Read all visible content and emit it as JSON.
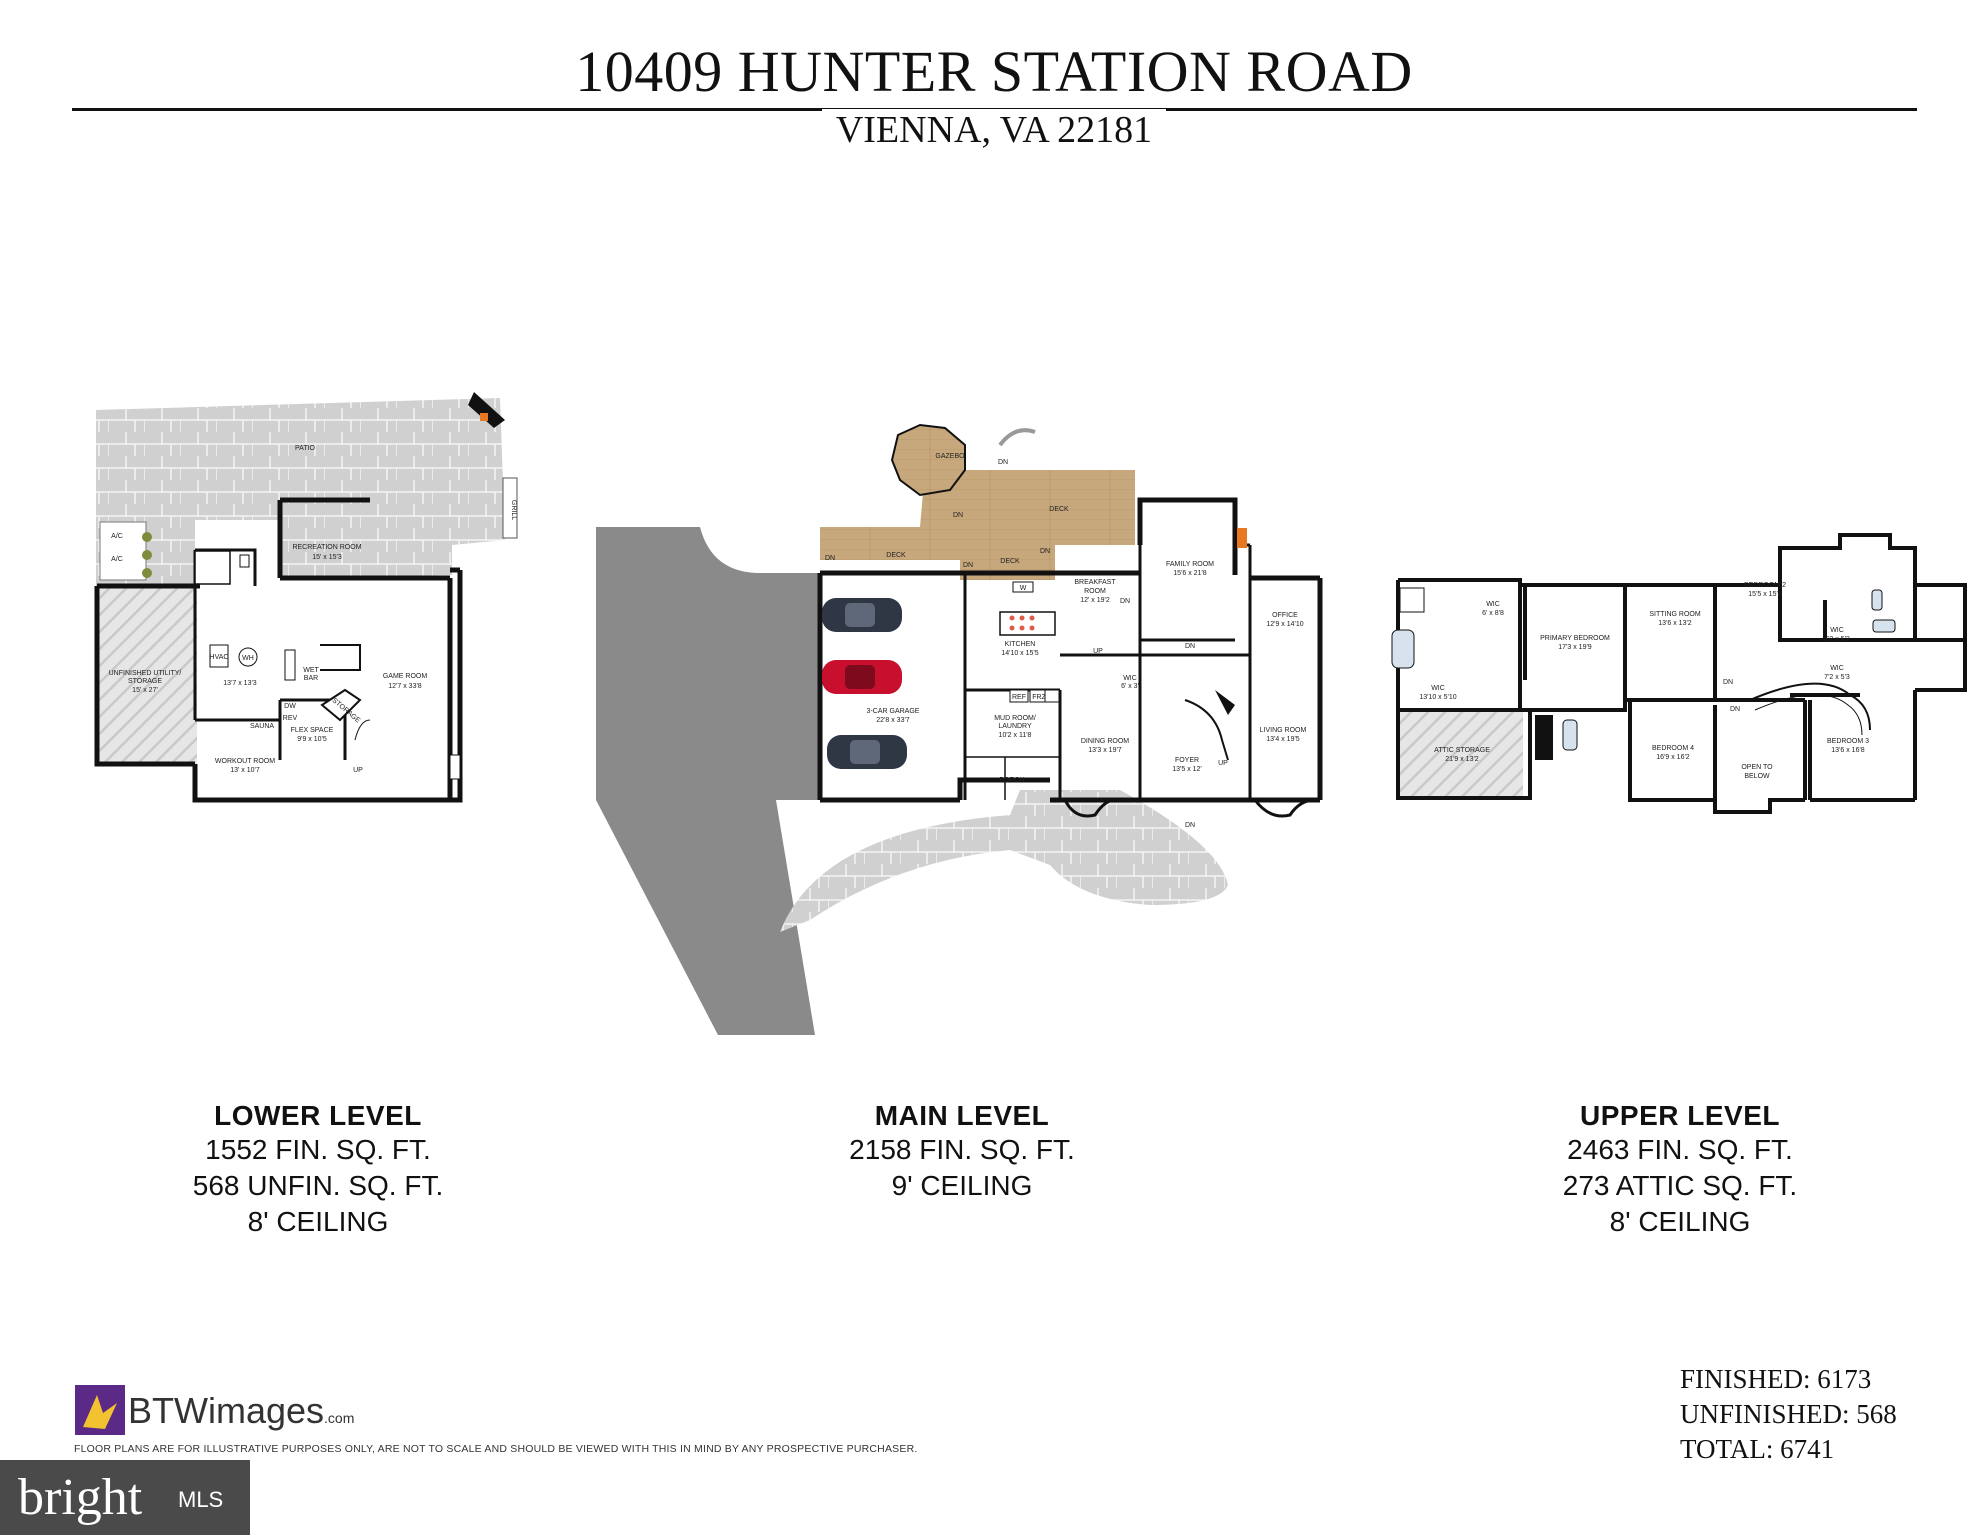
{
  "header": {
    "title": "10409 HUNTER STATION ROAD",
    "subtitle": "VIENNA, VA 22181"
  },
  "plan_labels": {
    "lower": {
      "patio": "PATIO",
      "grill": "GRILL",
      "ac1": "A/C",
      "ac2": "A/C",
      "rec_room": "RECREATION ROOM",
      "rec_room_dim": "15' x 15'3",
      "unfinished": "UNFINISHED UTILITY/",
      "unfinished2": "STORAGE",
      "unfinished_dim": "15' x 27'",
      "hvac": "HVAC",
      "wh": "WH",
      "utility_dim": "13'7 x 13'3",
      "wet_bar": "WET",
      "wet_bar2": "BAR",
      "game_room": "GAME ROOM",
      "game_room_dim": "12'7 x 33'8",
      "storage": "STORAGE",
      "sauna": "SAUNA",
      "flex": "FLEX SPACE",
      "flex_dim": "9'9 x 10'5",
      "workout": "WORKOUT ROOM",
      "workout_dim": "13' x 10'7",
      "up": "UP",
      "dw": "DW",
      "rev": "REV"
    },
    "main": {
      "gazebo": "GAZEBO",
      "deck1": "DECK",
      "deck2": "DECK",
      "deck3": "DECK",
      "dn1": "DN",
      "dn2": "DN",
      "dn3": "DN",
      "dn4": "DN",
      "dn5": "DN",
      "dn6": "DN",
      "dn7": "DN",
      "dn8": "DN",
      "breakfast": "BREAKFAST",
      "breakfast2": "ROOM",
      "breakfast_dim": "12' x 19'2",
      "family": "FAMILY ROOM",
      "family_dim": "15'6 x 21'8",
      "office": "OFFICE",
      "office_dim": "12'9 x 14'10",
      "kitchen": "KITCHEN",
      "kitchen_dim": "14'10 x 15'5",
      "garage": "3-CAR GARAGE",
      "garage_dim": "22'8 x 33'7",
      "mudroom": "MUD ROOM/",
      "mudroom2": "LAUNDRY",
      "mudroom_dim": "10'2 x 11'8",
      "wic": "WIC",
      "wic_dim": "6' x 3'",
      "dining": "DINING ROOM",
      "dining_dim": "13'3 x 19'7",
      "foyer": "FOYER",
      "foyer_dim": "13'5 x 12'",
      "living": "LIVING ROOM",
      "living_dim": "13'4 x 19'5",
      "porch": "PORCH",
      "up1": "UP",
      "up2": "UP",
      "ref": "REF",
      "frz": "FRZ",
      "w": "W"
    },
    "upper": {
      "wic1": "WIC",
      "wic1_dim": "6' x 8'8",
      "primary": "PRIMARY BEDROOM",
      "primary_dim": "17'3 x 19'9",
      "sitting": "SITTING ROOM",
      "sitting_dim": "13'6 x 13'2",
      "bed2": "BEDROOM 2",
      "bed2_dim": "15'5 x 15'6",
      "wic2": "WIC",
      "wic2_dim": "7'2 x 5'2",
      "wic3": "WIC",
      "wic3_dim": "7'2 x 5'3",
      "wic4": "WIC",
      "wic4_dim": "13'10 x 5'10",
      "attic": "ATTIC STORAGE",
      "attic_dim": "21'9 x 13'2",
      "bed4": "BEDROOM 4",
      "bed4_dim": "16'9 x 16'2",
      "open": "OPEN TO",
      "open2": "BELOW",
      "bed3": "BEDROOM 3",
      "bed3_dim": "13'6 x 16'8",
      "dn1": "DN",
      "dn2": "DN"
    }
  },
  "levels": [
    {
      "name": "LOWER LEVEL",
      "lines": [
        "1552 FIN. SQ. FT.",
        "568 UNFIN. SQ. FT.",
        "8' CEILING"
      ]
    },
    {
      "name": "MAIN LEVEL",
      "lines": [
        "2158 FIN. SQ. FT.",
        "9' CEILING"
      ]
    },
    {
      "name": "UPPER LEVEL",
      "lines": [
        "2463 FIN. SQ. FT.",
        "273 ATTIC SQ. FT.",
        "8' CEILING"
      ]
    }
  ],
  "totals": {
    "finished": "FINISHED: 6173",
    "unfinished": "UNFINISHED: 568",
    "total": "TOTAL: 6741"
  },
  "footer": {
    "brand": "BTWimages",
    "brand_suffix": ".com",
    "disclaimer": "FLOOR PLANS ARE FOR ILLUSTRATIVE PURPOSES ONLY, ARE NOT TO SCALE AND SHOULD BE VIEWED WITH THIS IN MIND BY ANY PROSPECTIVE PURCHASER.",
    "watermark_word": "bright",
    "watermark_mls": "MLS"
  },
  "colors": {
    "wall": "#111111",
    "patio": "#d3d3d3",
    "driveway": "#8a8a8a",
    "deck": "#c7a77c",
    "hatch": "#bdbdbd",
    "car_red": "#c8102e",
    "car_dark": "#2f3644",
    "brand_purple": "#5b2a86",
    "brand_yellow": "#f2c230"
  }
}
